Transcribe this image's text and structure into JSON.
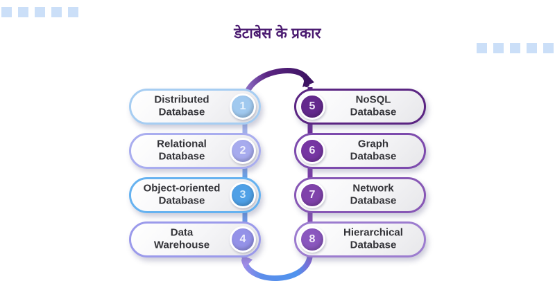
{
  "title": {
    "text": "डेटाबेस के प्रकार",
    "color": "#4A1A70"
  },
  "decor": {
    "square_color": "#CBDFF8",
    "top_left_squares": 5,
    "right_squares": 5
  },
  "items": [
    {
      "num": "1",
      "line1": "Distributed",
      "line2": "Database",
      "side": "left",
      "accent": "#A6CDF2",
      "circle": "#A0C9EF",
      "num_color": "#E8F3FD"
    },
    {
      "num": "2",
      "line1": "Relational",
      "line2": "Database",
      "side": "left",
      "accent": "#A9ADEF",
      "circle": "#A7ABEE",
      "num_color": "#F0F1FD"
    },
    {
      "num": "3",
      "line1": "Object-oriented",
      "line2": "Database",
      "side": "left",
      "accent": "#66B2F0",
      "circle": "#4FA0E6",
      "num_color": "#CFE8FB"
    },
    {
      "num": "4",
      "line1": "Data",
      "line2": "Warehouse",
      "side": "left",
      "accent": "#9B9AEB",
      "circle": "#9492E8",
      "num_color": "#F0F0FD"
    },
    {
      "num": "5",
      "line1": "NoSQL",
      "line2": "Database",
      "side": "right",
      "accent": "#5A2482",
      "circle": "#64298D",
      "num_color": "#EDE2F8"
    },
    {
      "num": "6",
      "line1": "Graph",
      "line2": "Database",
      "side": "right",
      "accent": "#7D4BAD",
      "circle": "#7636A2",
      "num_color": "#F2E9FA"
    },
    {
      "num": "7",
      "line1": "Network",
      "line2": "Database",
      "side": "right",
      "accent": "#8757B5",
      "circle": "#7F42AA",
      "num_color": "#F2E9FA"
    },
    {
      "num": "8",
      "line1": "Hierarchical",
      "line2": "Database",
      "side": "right",
      "accent": "#9C7CCF",
      "circle": "#8A57BE",
      "num_color": "#F4EEFB"
    }
  ],
  "connectors": {
    "top_arc": {
      "stops": {
        "0": "#8F72C8",
        "1": "#5B2583",
        "2": "#3E1463"
      },
      "arrow_color": "#3E1463"
    },
    "bottom_arc": {
      "stops": {
        "0": "#9F8BE8",
        "1": "#5C8DEA",
        "2": "#4E93EE",
        "3": "#8468D2"
      },
      "arrow_color": "#A18DE9"
    },
    "left_line": {
      "stops": {
        "0": "#A0C9EF",
        "1": "#A7ABEE",
        "2": "#4FA0E6",
        "3": "#9492E8"
      }
    },
    "right_line": {
      "stops": {
        "0": "#54207E",
        "1": "#7636A2",
        "2": "#7F42AA",
        "3": "#8E5FC2"
      }
    }
  }
}
